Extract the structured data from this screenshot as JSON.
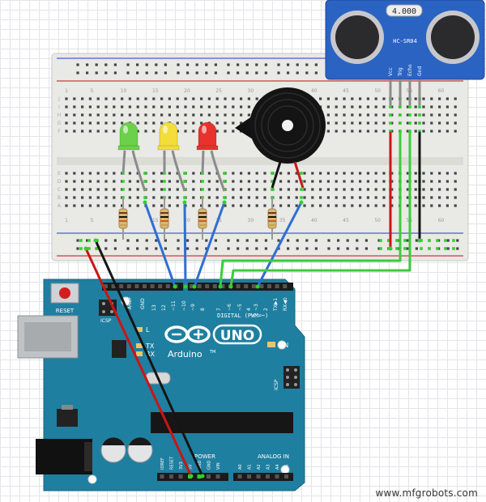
{
  "breadboard": {
    "column_numbers": [
      "1",
      "5",
      "10",
      "15",
      "20",
      "25",
      "30",
      "35",
      "40",
      "45",
      "50",
      "55",
      "60"
    ],
    "row_letters_top": [
      "J",
      "I",
      "H",
      "G",
      "F"
    ],
    "row_letters_bottom": [
      "E",
      "D",
      "C",
      "B",
      "A"
    ]
  },
  "sensor": {
    "crystal": "4.000",
    "model": "HC-SR04",
    "pins": [
      "Vcc",
      "Trig",
      "Echo",
      "Gnd"
    ]
  },
  "leds": [
    {
      "name": "green",
      "color": "#6dd04a"
    },
    {
      "name": "yellow",
      "color": "#f3dd3a"
    },
    {
      "name": "red",
      "color": "#e8322c"
    }
  ],
  "arduino": {
    "reset_label": "RESET",
    "aref": "AREF",
    "gnd": "GND",
    "digital_pins": [
      "13",
      "12",
      "~11",
      "~10",
      "~9",
      "8",
      "7",
      "~6",
      "~5",
      "4",
      "~3",
      "2",
      "TX▶1",
      "RX◀0"
    ],
    "digital_label": "DIGITAL (PWM=~)",
    "icsp_label": "ICSP",
    "icsp2_label": "ICSP",
    "l_label": "L",
    "tx_label": "TX",
    "rx_label": "RX",
    "on_label": "ON",
    "uno": "UNO",
    "brand": "Arduino",
    "tm": "TM",
    "power_label": "POWER",
    "analog_label": "ANALOG IN",
    "power_pins": [
      "IOREF",
      "RESET",
      "3V3",
      "5V",
      "GND",
      "GND",
      "VIN"
    ],
    "analog_pins": [
      "A0",
      "A1",
      "A2",
      "A3",
      "A4",
      "A5"
    ]
  },
  "colors": {
    "board": "#1f7fa0",
    "wire_blue": "#2f6fd2",
    "wire_green": "#3ccb3c",
    "wire_red": "#cc1414",
    "wire_black": "#151515",
    "sensor": "#2a63c2"
  },
  "watermark": "www.mfgrobots.com"
}
